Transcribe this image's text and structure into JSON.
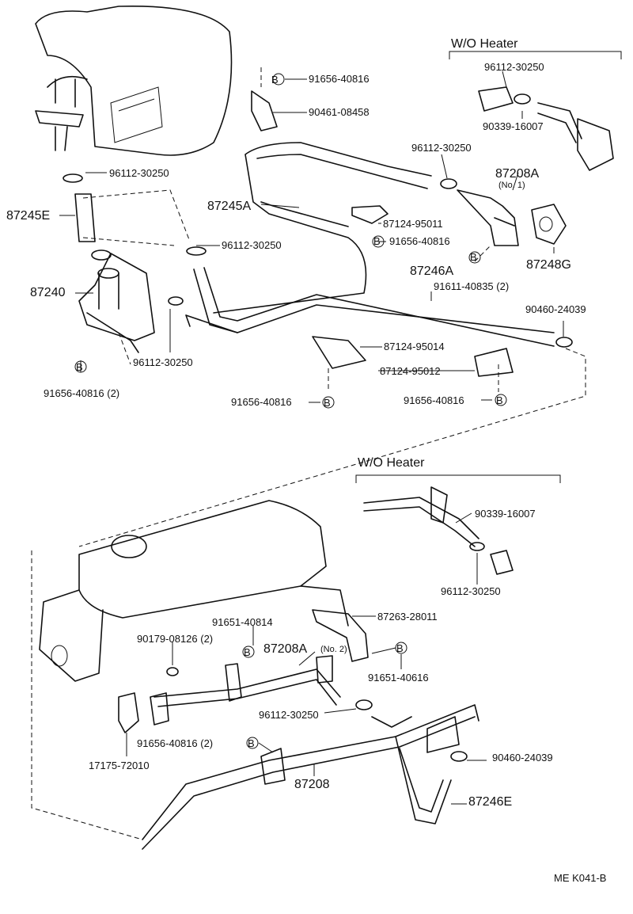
{
  "diagram": {
    "top_section": {
      "variant_header": "W/O Heater",
      "labels": {
        "p1": "91656-40816",
        "p2": "90461-08458",
        "p3": "96112-30250",
        "p4": "90339-16007",
        "p5": "96112-30250",
        "p6": "87208A",
        "p6_sub": "(No. 1)",
        "p7": "96112-30250",
        "p8": "87245E",
        "p9": "87245A",
        "p10": "87124-95011",
        "p11": "91656-40816",
        "p12": "96112-30250",
        "p13": "87248G",
        "p14": "87246A",
        "p15": "91611-40835 (2)",
        "p16": "87240",
        "p17": "90460-24039",
        "p18": "87124-95014",
        "p19": "96112-30250",
        "p20": "87124-95012",
        "p21": "91656-40816 (2)",
        "p22": "91656-40816",
        "p23": "91656-40816"
      }
    },
    "bottom_section": {
      "variant_header": "W/O Heater",
      "labels": {
        "q1": "90339-16007",
        "q2": "96112-30250",
        "q3": "87263-28011",
        "q4": "91651-40814",
        "q5": "90179-08126 (2)",
        "q6": "87208A",
        "q6_sub": "(No. 2)",
        "q7": "91651-40616",
        "q8": "96112-30250",
        "q9": "91656-40816 (2)",
        "q10": "17175-72010",
        "q11": "87208",
        "q12": "90460-24039",
        "q13": "87246E"
      }
    },
    "bolt_marker": "B",
    "figure_code": "ME  K041-B"
  }
}
